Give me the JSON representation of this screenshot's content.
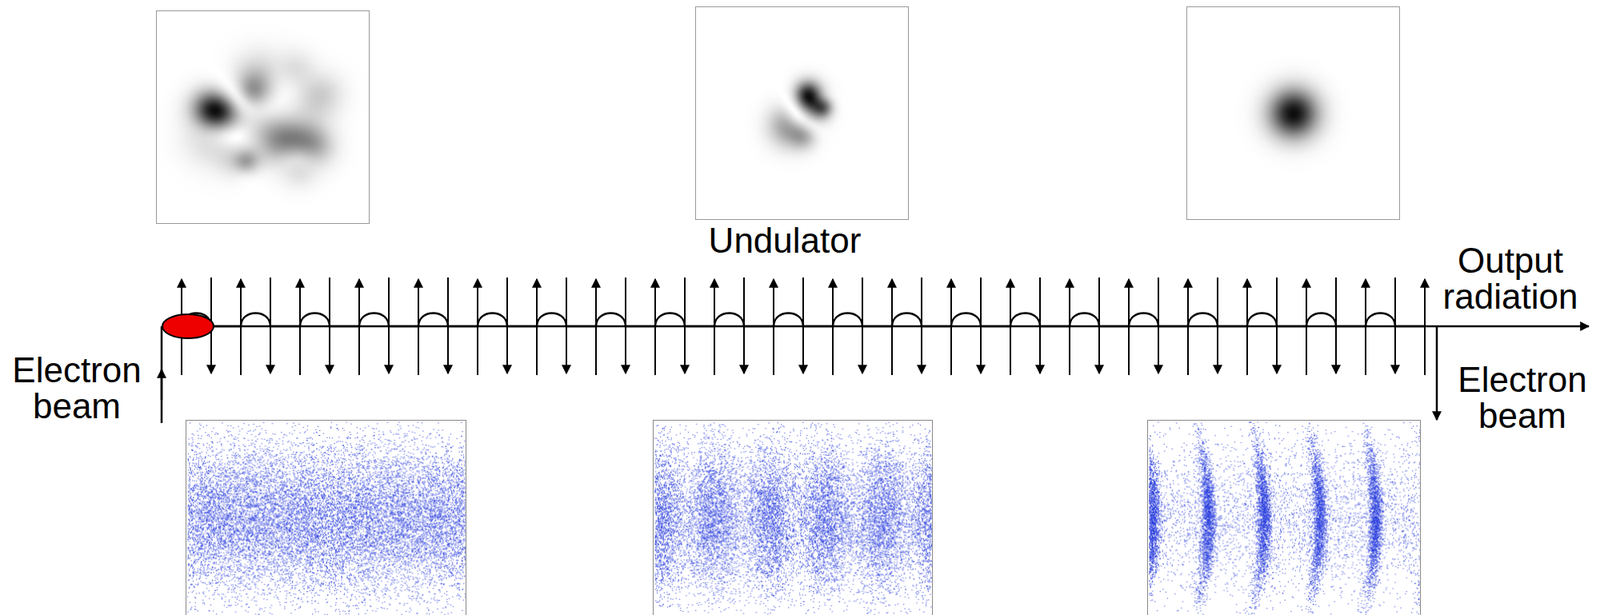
{
  "diagram": {
    "labels": [
      "Undulator",
      "Output radiation",
      "Electron beam",
      "Electron beam"
    ]
  }
}
